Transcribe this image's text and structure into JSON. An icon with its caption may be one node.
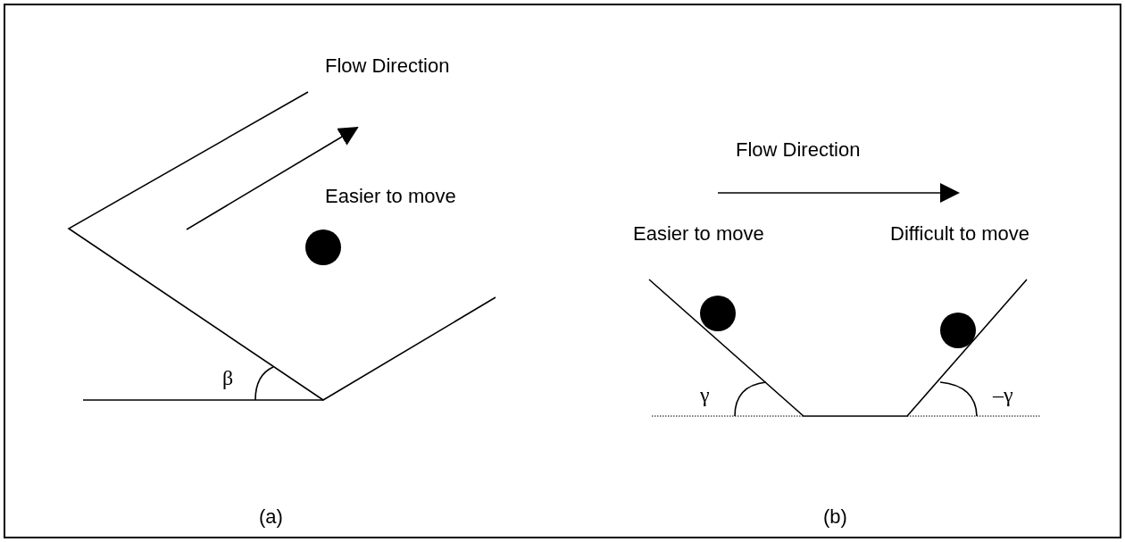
{
  "diagram": {
    "labels": [
      "Flow Direction",
      "Easier to move",
      "β",
      "(a)",
      "Flow Direction",
      "Easier to move",
      "Difficult to move",
      "γ",
      "–γ",
      "(b)"
    ]
  }
}
